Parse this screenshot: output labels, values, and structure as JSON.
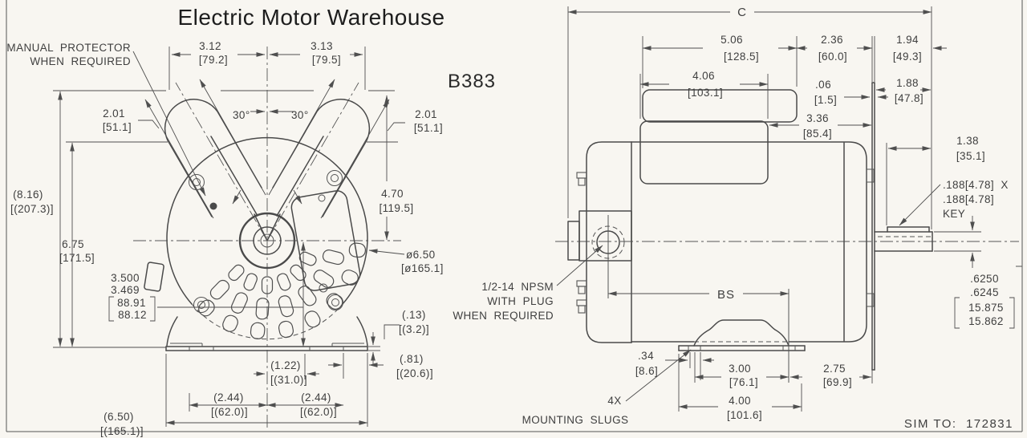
{
  "title": "Electric Motor Warehouse",
  "model": "B383",
  "sim_to": "SIM TO:  172831",
  "front_view": {
    "note_manual_protector_1": "MANUAL  PROTECTOR",
    "note_manual_protector_2": "WHEN  REQUIRED",
    "dims": {
      "d312": {
        "in": "3.12",
        "mm": "[79.2]"
      },
      "d313": {
        "in": "3.13",
        "mm": "[79.5]"
      },
      "a30L": "30°",
      "a30R": "30°",
      "d201L": {
        "in": "2.01",
        "mm": "[51.1]"
      },
      "d201R": {
        "in": "2.01",
        "mm": "[51.1]"
      },
      "d816": {
        "in": "(8.16)",
        "mm": "[(207.3)]"
      },
      "d470": {
        "in": "4.70",
        "mm": "[119.5]"
      },
      "d675": {
        "in": "6.75",
        "mm": "[171.5]"
      },
      "d650dia": {
        "in": "ø6.50",
        "mm": "[ø165.1]"
      },
      "d3500": {
        "in1": "3.500",
        "in2": "3.469",
        "mm1": "88.91",
        "mm2": "88.12"
      },
      "d013": {
        "in": "(.13)",
        "mm": "[(3.2)]"
      },
      "d081": {
        "in": "(.81)",
        "mm": "[(20.6)]"
      },
      "d122": {
        "in": "(1.22)",
        "mm": "[(31.0)]"
      },
      "d244L": {
        "in": "(2.44)",
        "mm": "[(62.0)]"
      },
      "d244R": {
        "in": "(2.44)",
        "mm": "[(62.0)]"
      },
      "d650": {
        "in": "(6.50)",
        "mm": "[(165.1)]"
      }
    }
  },
  "side_view": {
    "note_npsm_1": "1/2-14  NPSM",
    "note_npsm_2": "WITH  PLUG",
    "note_npsm_3": "WHEN  REQUIRED",
    "note_slugs_1": "4X",
    "note_slugs_2": "MOUNTING  SLUGS",
    "note_key_1": ".188[4.78]  X",
    "note_key_2": ".188[4.78]",
    "note_key_3": "KEY",
    "dims": {
      "C": "C",
      "BS": "BS",
      "d506": {
        "in": "5.06",
        "mm": "[128.5]"
      },
      "d236": {
        "in": "2.36",
        "mm": "[60.0]"
      },
      "d194": {
        "in": "1.94",
        "mm": "[49.3]"
      },
      "d406": {
        "in": "4.06",
        "mm": "[103.1]"
      },
      "d006": {
        "in": ".06",
        "mm": "[1.5]"
      },
      "d188": {
        "in": "1.88",
        "mm": "[47.8]"
      },
      "d336": {
        "in": "3.36",
        "mm": "[85.4]"
      },
      "d138": {
        "in": "1.38",
        "mm": "[35.1]"
      },
      "shaft": {
        "in1": ".6250",
        "in2": ".6245",
        "mm1": "15.875",
        "mm2": "15.862"
      },
      "d034": {
        "in": ".34",
        "mm": "[8.6]"
      },
      "d300": {
        "in": "3.00",
        "mm": "[76.1]"
      },
      "d275": {
        "in": "2.75",
        "mm": "[69.9]"
      },
      "d400": {
        "in": "4.00",
        "mm": "[101.6]"
      }
    }
  }
}
